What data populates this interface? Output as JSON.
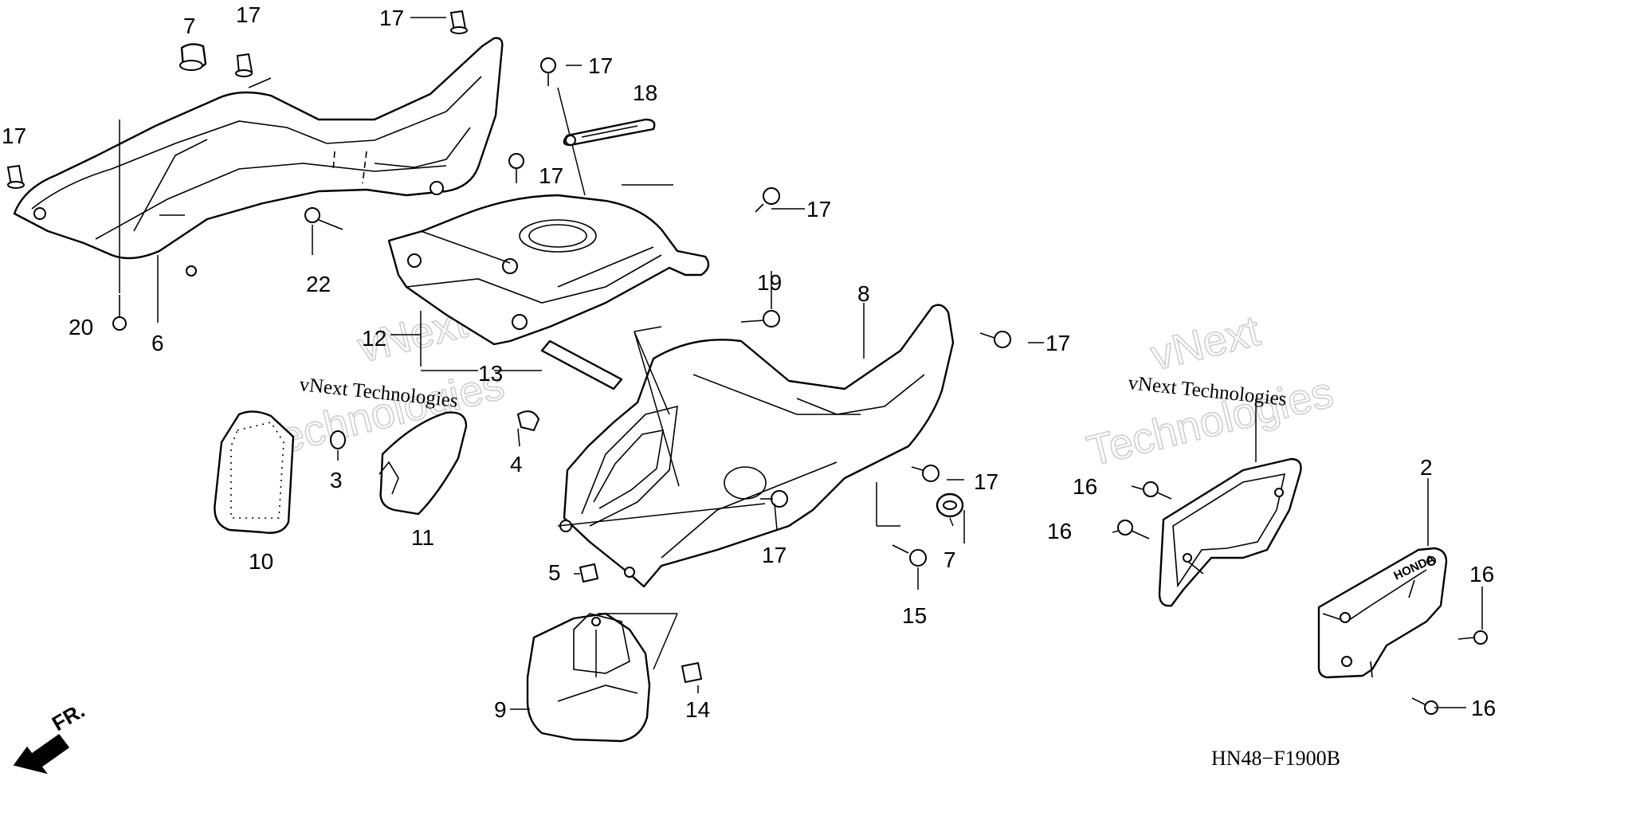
{
  "diagram": {
    "code": "HN48−F1900B",
    "front_label": "FR.",
    "brand_mark": "HONDA",
    "watermarks": [
      {
        "small": "vNext Technologies",
        "big_1": "vNext",
        "big_2": "Technologies"
      },
      {
        "small": "vNext Technologies",
        "big_1": "vNext",
        "big_2": "Technologies"
      }
    ],
    "callouts": [
      "17",
      "7",
      "17",
      "17",
      "17",
      "18",
      "17",
      "17",
      "22",
      "20",
      "6",
      "12",
      "13",
      "19",
      "8",
      "17",
      "3",
      "4",
      "10",
      "11",
      "5",
      "17",
      "17",
      "7",
      "15",
      "9",
      "14",
      "16",
      "16",
      "2",
      "16",
      "16"
    ]
  }
}
